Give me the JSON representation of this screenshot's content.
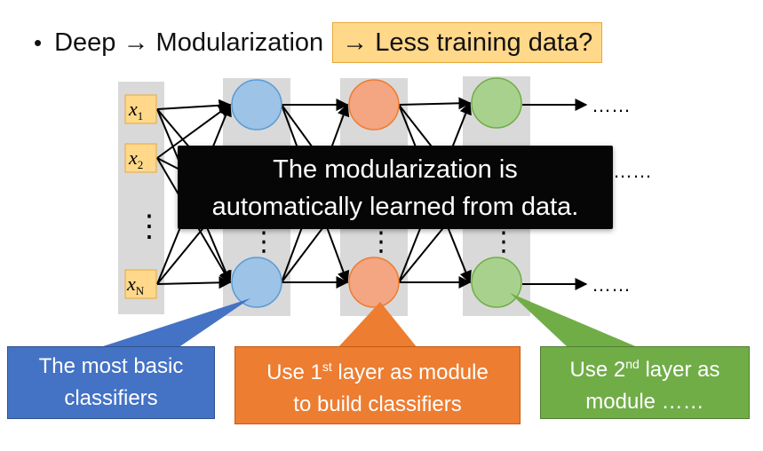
{
  "heading": {
    "bullet": "•",
    "text": "Deep → Modularization",
    "highlight": "→ Less training data?"
  },
  "colors": {
    "layer1": "#9dc3e6",
    "layer2": "#f4a582",
    "layer3": "#a9d18e",
    "highlight": "#ffd88a",
    "input_box": "#ffd88a",
    "column_bg": "#d9d9d9"
  },
  "inputs": {
    "x1": {
      "base": "x",
      "sub": "1"
    },
    "x2": {
      "base": "x",
      "sub": "2"
    },
    "xN": {
      "base": "x",
      "sub": "N"
    },
    "ellipsis": "⋮"
  },
  "network": {
    "vertical_ellipsis": "⋮",
    "output_ellipsis": "……"
  },
  "overlay": {
    "line1": "The modularization is",
    "line2": "automatically learned from data."
  },
  "callouts": {
    "blue": {
      "line1": "The most basic",
      "line2": "classifiers"
    },
    "orange": {
      "line1_pre": "Use 1",
      "line1_sup": "st",
      "line1_post": " layer as module",
      "line2": "to build classifiers"
    },
    "green": {
      "line1_pre": "Use 2",
      "line1_sup": "nd",
      "line1_post": " layer as",
      "line2": "module ……"
    }
  }
}
